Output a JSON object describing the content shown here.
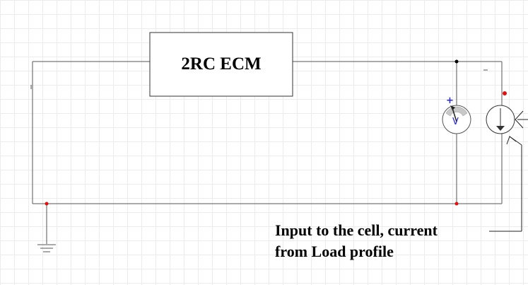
{
  "block": {
    "label": "2RC ECM"
  },
  "voltmeter": {
    "symbol": "V",
    "polarity": "+"
  },
  "annotation": {
    "line1": "Input to the cell, current",
    "line2": "from Load profile"
  },
  "colors": {
    "wire": "#555555",
    "node": "#e01010",
    "meter": "#2a2ad8"
  }
}
